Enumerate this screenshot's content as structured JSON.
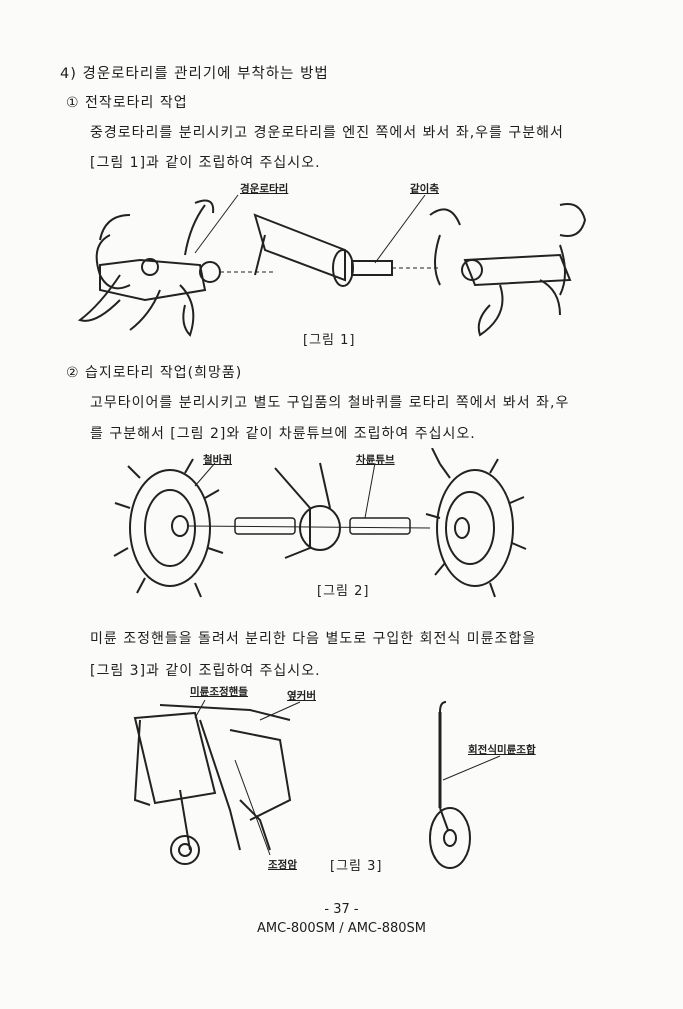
{
  "section4": {
    "title": "4) 경운로타리를 관리기에 부착하는 방법",
    "step1": {
      "heading": "① 전작로타리 작업",
      "line1": "중경로타리를 분리시키고 경운로타리를 엔진 쪽에서 봐서 좌,우를 구분해서",
      "line2": "[그림 1]과 같이 조립하여 주십시오."
    },
    "figure1": {
      "label_rotary": "경운로타리",
      "label_shaft": "같이축",
      "caption": "[그림 1]"
    },
    "step2": {
      "heading": "② 습지로타리 작업(희망품)",
      "line1": "고무타이어를 분리시키고 별도 구입품의 철바퀴를 로타리 쪽에서 봐서 좌,우",
      "line2": "를 구분해서 [그림 2]와 같이 차륜튜브에 조립하여 주십시오."
    },
    "figure2": {
      "label_wheel": "철바퀴",
      "label_tube": "차륜튜브",
      "caption": "[그림 2]"
    },
    "step3": {
      "line1": "미륜 조정핸들을 돌려서 분리한 다음 별도로 구입한 회전식 미륜조합을",
      "line2": "[그림 3]과 같이 조립하여 주십시오."
    },
    "figure3": {
      "label_handle": "미륜조정핸들",
      "label_cover": "옆커버",
      "label_rotary_wheel": "회전식미륜조합",
      "label_arm": "조정암",
      "caption": "[그림 3]"
    }
  },
  "footer": {
    "page": "- 37 -",
    "model": "AMC-800SM / AMC-880SM"
  }
}
